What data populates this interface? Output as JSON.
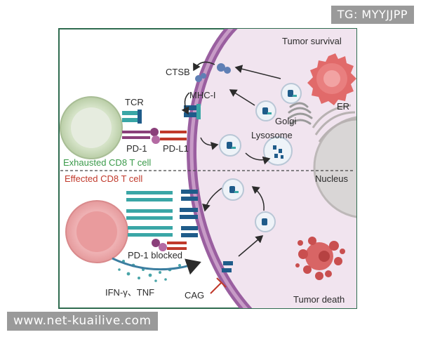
{
  "labels": {
    "tumor_survival": "Tumor survival",
    "tumor_death": "Tumor death",
    "ctsb": "CTSB",
    "mhc_i": "MHC-I",
    "golgi": "Golgi",
    "er": "ER",
    "lysosome": "Lysosome",
    "nucleus": "Nucleus",
    "tcr": "TCR",
    "pd1": "PD-1",
    "pdl1": "PD-L1",
    "exhausted": "Exhausted CD8 T cell",
    "effected": "Effected CD8 T cell",
    "pd1_blocked": "PD-1 blocked",
    "cytokines": "IFN-γ、TNF",
    "cag": "CAG"
  },
  "watermarks": {
    "top": "TG: MYYJJPP",
    "bottom": "www.net-kuailive.com"
  },
  "colors": {
    "frame": "#2f6b4f",
    "exhausted_text": "#3a9a4a",
    "effected_text": "#c0392b",
    "membrane": "#9a5fa0",
    "cytoplasm": "#f1e4ef",
    "receptor_blue": "#1f5c8a",
    "receptor_teal": "#3aa6a6",
    "pd1_purple": "#8a3f7a",
    "inhibit_red": "#c0392b"
  },
  "icons": [
    "tumor-cell-icon",
    "dying-tumor-cell-icon",
    "t-cell-icon",
    "vesicle-icon",
    "golgi-icon",
    "er-icon",
    "nucleus-icon",
    "mhc-receptor-icon",
    "tcr-receptor-icon",
    "pd1-receptor-icon",
    "inhibition-icon",
    "arrow-icon"
  ]
}
